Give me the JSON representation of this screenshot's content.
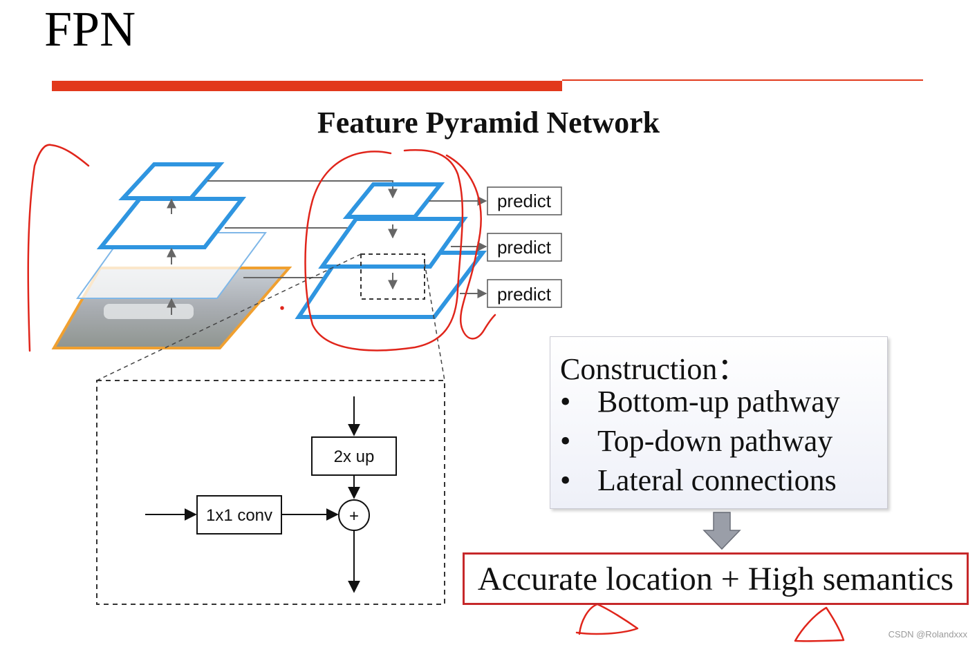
{
  "slide": {
    "title": "FPN",
    "subtitle": "Feature Pyramid Network"
  },
  "diagram": {
    "predict_labels": [
      "predict",
      "predict",
      "predict"
    ],
    "detail_block": {
      "upsample_label": "2x up",
      "conv_label": "1x1 conv",
      "sum_symbol": "+"
    }
  },
  "construction": {
    "heading": "Construction：",
    "bullets": [
      "Bottom-up pathway",
      "Top-down pathway",
      "Lateral connections"
    ]
  },
  "result": {
    "text": "Accurate location + High semantics"
  },
  "watermark": "CSDN @Rolandxxx",
  "colors": {
    "accent_red": "#e2391c",
    "annotation_red": "#e0251b",
    "feature_blue": "#2f95e0",
    "image_orange": "#f0a030",
    "result_border": "#c6282a"
  }
}
